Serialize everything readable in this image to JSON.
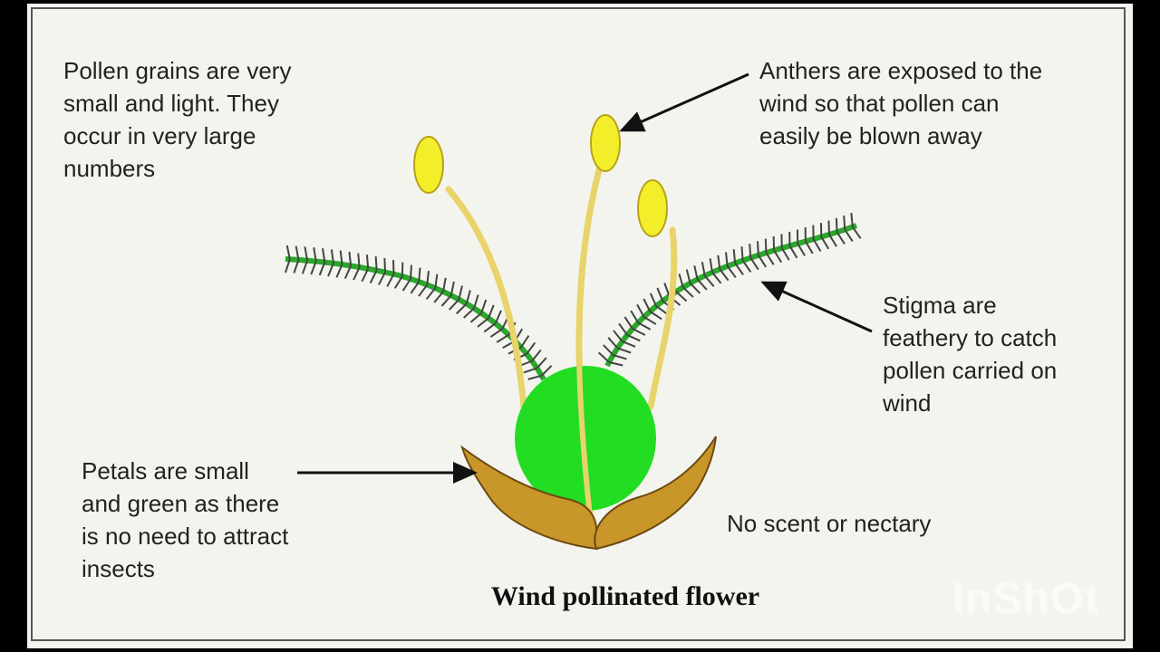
{
  "labels": {
    "pollen_grains": "Pollen grains are very\nsmall and light. They\noccur in very large\nnumbers",
    "anthers": "Anthers are exposed to the\nwind so that pollen can\neasily be blown away",
    "stigma": "Stigma are\nfeathery to catch\npollen carried on\nwind",
    "petals": "Petals are small\nand green as there\nis no need to attract\ninsects",
    "no_scent": "No scent or nectary"
  },
  "caption": "Wind pollinated flower",
  "watermark": "InShOt",
  "colors": {
    "background": "#f4f4ef",
    "ovary": "#22dd22",
    "stigma_branch": "#2aa82a",
    "stigma_hairs": "#444444",
    "anther": "#f2ef2a",
    "filament": "#e9d36a",
    "petal": "#c9962a",
    "petal_edge": "#6b4a10",
    "arrow": "#111111"
  }
}
